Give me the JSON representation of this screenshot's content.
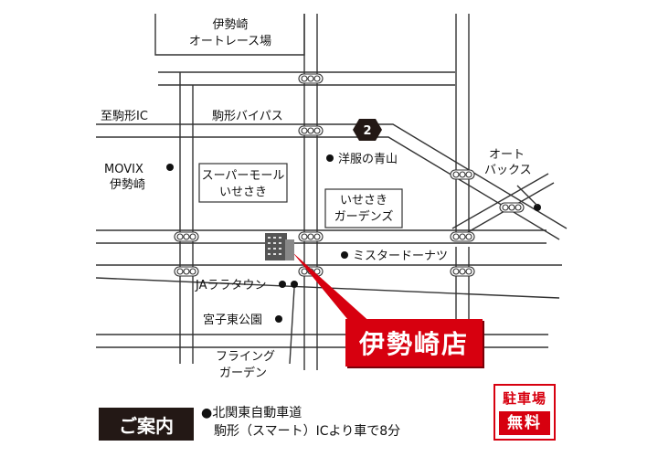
{
  "map": {
    "landmarks": {
      "race_track_line1": "伊勢崎",
      "race_track_line2": "オートレース場",
      "to_komagata_ic": "至駒形IC",
      "komagata_bypass": "駒形バイパス",
      "route_number": "2",
      "movix_line1": "MOVIX",
      "movix_line2": "伊勢崎",
      "super_mall_line1": "スーパーモール",
      "super_mall_line2": "いせさき",
      "yofuku_no_aoyama": "洋服の青山",
      "isesaki_gardens_line1": "いせさき",
      "isesaki_gardens_line2": "ガーデンズ",
      "auto_backs_line1": "オート",
      "auto_backs_line2": "バックス",
      "mister_donut": "ミスタードーナツ",
      "ja_lalatown": "JAララタウン",
      "miyako_higashi_park": "宮子東公園",
      "flying_garden_line1": "フライング",
      "flying_garden_line2": "ガーデン"
    },
    "store_name": "伊勢崎店",
    "colors": {
      "accent_red": "#d7000f",
      "ink": "#231815"
    }
  },
  "guide": {
    "badge": "ご案内",
    "line1": "●北関東自動車道",
    "line2": "駒形（スマート）ICより車で8分"
  },
  "parking": {
    "line1": "駐車場",
    "line2": "無料"
  }
}
